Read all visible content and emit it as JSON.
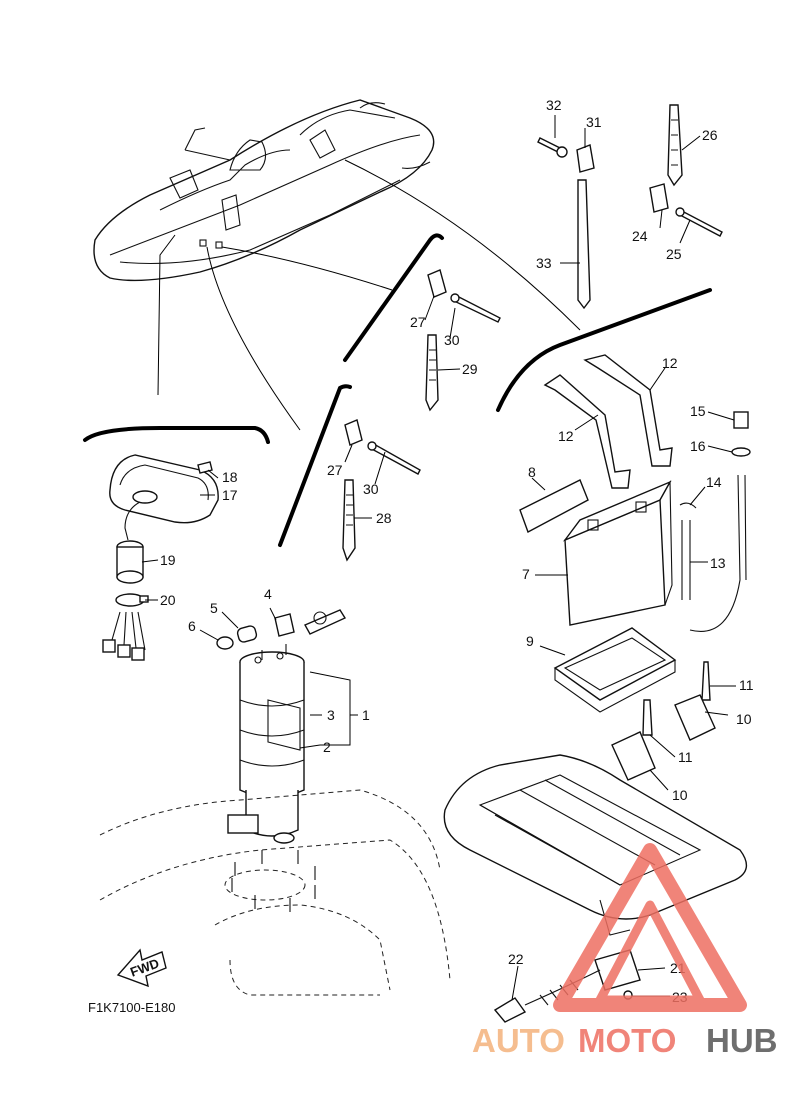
{
  "diagram": {
    "code": "F1K7100-E180",
    "fwd_label": "FWD",
    "callouts": {
      "c1": "1",
      "c2": "2",
      "c3": "3",
      "c4": "4",
      "c5": "5",
      "c6": "6",
      "c7": "7",
      "c8": "8",
      "c9": "9",
      "c10a": "10",
      "c10b": "10",
      "c11a": "11",
      "c11b": "11",
      "c12a": "12",
      "c12b": "12",
      "c13": "13",
      "c14": "14",
      "c15": "15",
      "c16": "16",
      "c17": "17",
      "c18": "18",
      "c19": "19",
      "c20": "20",
      "c21": "21",
      "c22": "22",
      "c23": "23",
      "c24": "24",
      "c25": "25",
      "c26": "26",
      "c27a": "27",
      "c27b": "27",
      "c28": "28",
      "c29": "29",
      "c30a": "30",
      "c30b": "30",
      "c31": "31",
      "c32": "32",
      "c33": "33"
    }
  },
  "watermark": {
    "part1": "AUTO",
    "part2": "MOTO",
    "part3": "HUB",
    "colors": {
      "auto": "#f4b27c",
      "moto": "#ee6f62",
      "hub": "#555555",
      "triangle": "#ee6f62"
    }
  }
}
